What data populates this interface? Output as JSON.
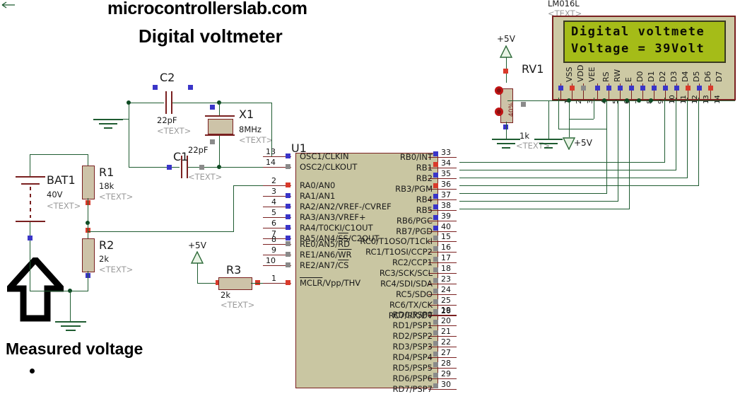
{
  "page": {
    "site_title": "microcontrollerslab.com",
    "project_title": "Digital voltmeter",
    "measured_label": "Measured voltage"
  },
  "lcd": {
    "part": "LM016L",
    "text_tag": "<TEXT>",
    "line1": "Digital voltmete",
    "line2": "Voltage = 39Volt",
    "pin_names": [
      "VSS",
      "VDD",
      "VEE",
      "RS",
      "RW",
      "E",
      "D0",
      "D1",
      "D2",
      "D3",
      "D4",
      "D5",
      "D6",
      "D7"
    ],
    "pin_numbers": [
      "1",
      "2",
      "3",
      "4",
      "5",
      "6",
      "7",
      "8",
      "9",
      "10",
      "11",
      "12",
      "13",
      "14"
    ],
    "pin_pad_colors": [
      "blue",
      "red",
      "gray",
      "blue",
      "blue",
      "blue",
      "blue",
      "blue",
      "blue",
      "blue",
      "blue",
      "red",
      "blue",
      "red"
    ],
    "screen_color": "#a5bc18"
  },
  "mcu": {
    "refdes": "U1",
    "left_pins": [
      {
        "num": "13",
        "name": "OSC1/CLKIN",
        "pad": "blue"
      },
      {
        "num": "14",
        "name": "OSC2/CLKOUT",
        "pad": "gray"
      },
      {
        "num": "2",
        "name": "RA0/AN0",
        "pad": "red"
      },
      {
        "num": "3",
        "name": "RA1/AN1",
        "pad": "blue"
      },
      {
        "num": "4",
        "name": "RA2/AN2/VREF-/CVREF",
        "pad": "blue"
      },
      {
        "num": "5",
        "name": "RA3/AN3/VREF+",
        "pad": "blue"
      },
      {
        "num": "6",
        "name": "RA4/T0CKI/C1OUT",
        "pad": "blue"
      },
      {
        "num": "7",
        "name": "RA5/AN4/SS/C2OUT",
        "pad": "blue"
      },
      {
        "num": "8",
        "name": "RE0/AN5/RD",
        "pad": "gray"
      },
      {
        "num": "9",
        "name": "RE1/AN6/WR",
        "pad": "gray"
      },
      {
        "num": "10",
        "name": "RE2/AN7/CS",
        "pad": "gray"
      },
      {
        "num": "1",
        "name": "MCLR/Vpp/THV",
        "pad": "red"
      }
    ],
    "right_portb": [
      {
        "num": "33",
        "name": "RB0/INT",
        "pad": "blue"
      },
      {
        "num": "34",
        "name": "RB1",
        "pad": "red"
      },
      {
        "num": "35",
        "name": "RB2",
        "pad": "blue"
      },
      {
        "num": "36",
        "name": "RB3/PGM",
        "pad": "red"
      },
      {
        "num": "37",
        "name": "RB4",
        "pad": "blue"
      },
      {
        "num": "38",
        "name": "RB5",
        "pad": "blue"
      },
      {
        "num": "39",
        "name": "RB6/PGC",
        "pad": "blue"
      },
      {
        "num": "40",
        "name": "RB7/PGD",
        "pad": "blue"
      }
    ],
    "right_portc": [
      {
        "num": "15",
        "name": "RC0/T1OSO/T1CkI",
        "pad": "gray"
      },
      {
        "num": "16",
        "name": "RC1/T1OSI/CCP2",
        "pad": "gray"
      },
      {
        "num": "17",
        "name": "RC2/CCP1",
        "pad": "gray"
      },
      {
        "num": "18",
        "name": "RC3/SCK/SCL",
        "pad": "gray"
      },
      {
        "num": "23",
        "name": "RC4/SDI/SDA",
        "pad": "gray"
      },
      {
        "num": "24",
        "name": "RC5/SDO",
        "pad": "gray"
      },
      {
        "num": "25",
        "name": "RC6/TX/CK",
        "pad": "gray"
      },
      {
        "num": "26",
        "name": "RC7/RX/DT",
        "pad": "gray"
      }
    ],
    "right_portd": [
      {
        "num": "19",
        "name": "RD0/PSP0",
        "pad": "gray"
      },
      {
        "num": "20",
        "name": "RD1/PSP1",
        "pad": "gray"
      },
      {
        "num": "21",
        "name": "RD2/PSP2",
        "pad": "gray"
      },
      {
        "num": "22",
        "name": "RD3/PSP3",
        "pad": "gray"
      },
      {
        "num": "27",
        "name": "RD4/PSP4",
        "pad": "gray"
      },
      {
        "num": "28",
        "name": "RD5/PSP5",
        "pad": "gray"
      },
      {
        "num": "29",
        "name": "RD6/PSP6",
        "pad": "gray"
      },
      {
        "num": "30",
        "name": "RD7/PSP7",
        "pad": "gray"
      }
    ]
  },
  "components": {
    "battery": {
      "refdes": "BAT1",
      "value": "40V",
      "tag": "<TEXT>"
    },
    "r1": {
      "refdes": "R1",
      "value": "18k",
      "tag": "<TEXT>"
    },
    "r2": {
      "refdes": "R2",
      "value": "2k",
      "tag": "<TEXT>"
    },
    "r3": {
      "refdes": "R3",
      "value": "2k",
      "tag": "<TEXT>"
    },
    "c1": {
      "refdes": "C1",
      "value": "22pF",
      "tag": "<TEXT>"
    },
    "c2": {
      "refdes": "C2",
      "value": "22pF",
      "tag": "<TEXT>"
    },
    "x1": {
      "refdes": "X1",
      "value": "8MHz",
      "tag": "<TEXT>"
    },
    "rv1": {
      "refdes": "RV1",
      "value": "1k",
      "tag": "<TEXT>",
      "wiper": "40%"
    }
  },
  "supplies": {
    "v5_pot": "+5V",
    "v5_lcd": "+5V",
    "v5_mclr": "+5V"
  }
}
